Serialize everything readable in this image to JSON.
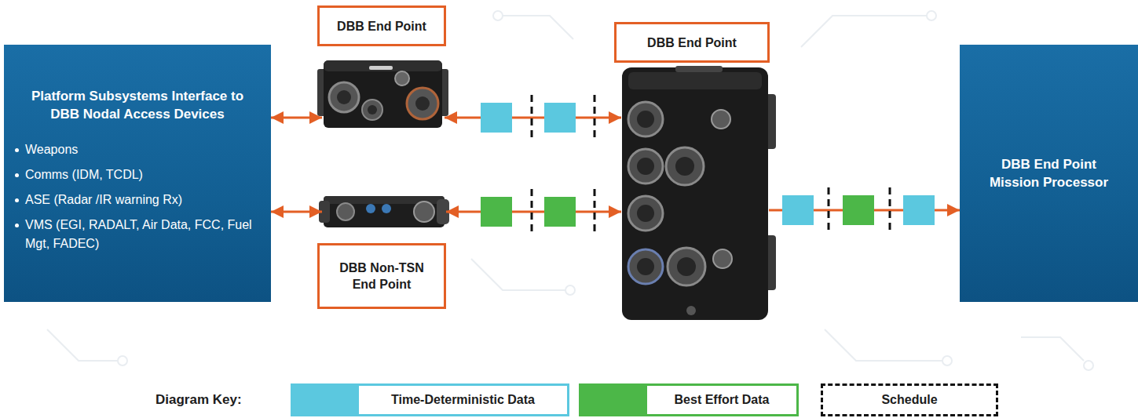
{
  "diagram": {
    "nodes": [
      {
        "text": [
          "Platform Subsystems Interface to DBB Nodal Access Devices",
          "Weapons",
          "Comms (IDM, TCDL)",
          "ASE (Radar /IR warning Rx)",
          "VMS (EGI, RADALT, Air Data, FCC, Fuel Mgt, FADEC)"
        ]
      },
      {
        "text": [
          "DBB End Point"
        ]
      },
      {
        "text": [
          "DBB Non-TSN End Point"
        ]
      },
      {
        "text": [
          "DBB End Point"
        ]
      },
      {
        "text": [
          "DBB End Point Mission Processor"
        ]
      }
    ],
    "edges": [
      {
        "from": 0,
        "to": 1,
        "arrow": "both"
      },
      {
        "from": 0,
        "to": 2,
        "arrow": "both"
      },
      {
        "from": 1,
        "to": 3,
        "arrow": "both"
      },
      {
        "from": 2,
        "to": 3,
        "arrow": "both"
      },
      {
        "from": 3,
        "to": 4,
        "arrow": "to"
      }
    ],
    "labels": [
      "Diagram Key:"
    ],
    "legend": [
      {
        "text": "Time-Deterministic Data",
        "color": "#5bc8df"
      },
      {
        "text": "Best Effort Data",
        "color": "#4cb748"
      },
      {
        "text": "Schedule"
      }
    ]
  }
}
